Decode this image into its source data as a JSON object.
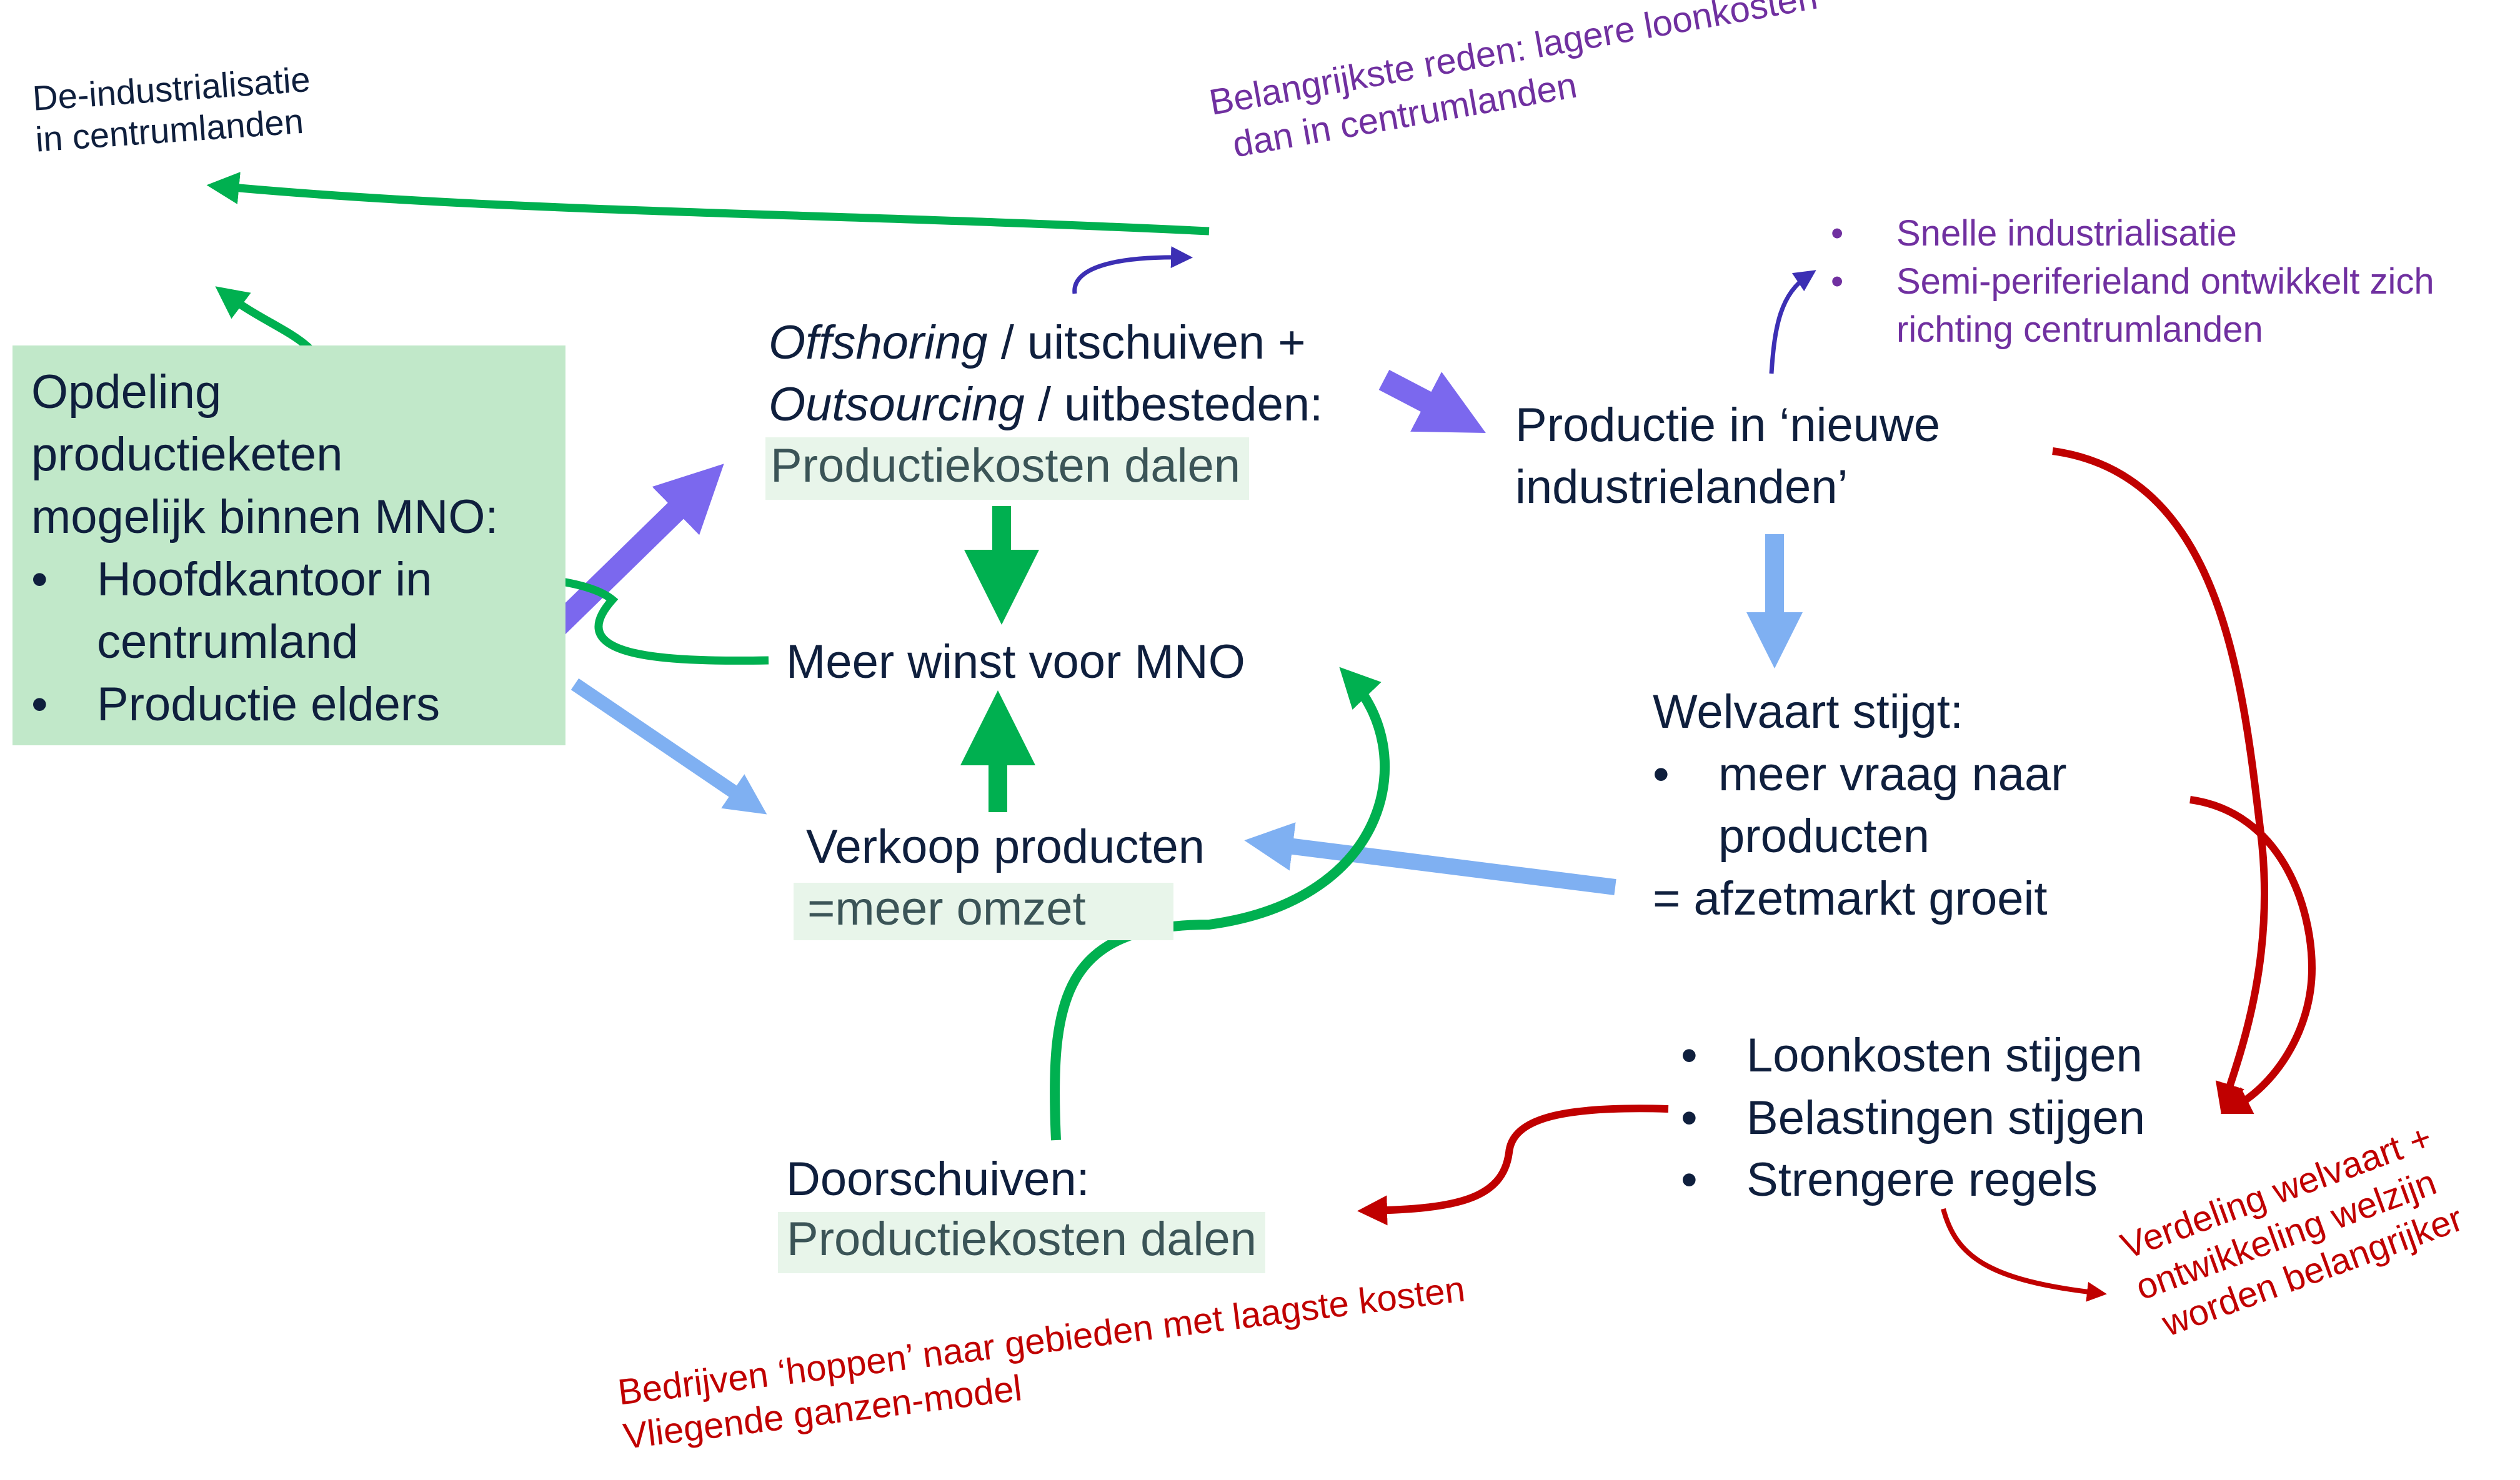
{
  "top_left": {
    "line1": "De-industrialisatie",
    "line2": "in centrumlanden"
  },
  "reason": {
    "line1": "Belangrijkste reden: lagere loonkosten",
    "line2": "dan in centrumlanden"
  },
  "semi": {
    "bullet": "•",
    "items": [
      "Snelle industrialisatie",
      "Semi-periferieland ontwikkelt zich",
      "richting centrumlanden"
    ]
  },
  "mno_box": {
    "line1": "Opdeling",
    "line2": "productieketen",
    "line3": "mogelijk binnen MNO:",
    "bullet": "•",
    "item1_line1": "Hoofdkantoor in",
    "item1_line2": "centrumland",
    "item2": "Productie elders"
  },
  "offshoring": {
    "word1": "Offshoring",
    "rest1": " / uitschuiven +",
    "word2": "Outsourcing",
    "rest2": " / uitbesteden:",
    "highlight": "Productiekosten dalen"
  },
  "productie": {
    "line1": "Productie in ‘nieuwe",
    "line2": "industrielanden’"
  },
  "winst": "Meer winst voor MNO",
  "verkoop": {
    "line1": "Verkoop producten",
    "highlight": "=meer omzet"
  },
  "welvaart": {
    "title": "Welvaart stijgt:",
    "bullet": "•",
    "item_line1": "meer vraag naar",
    "item_line2": "producten",
    "result": "= afzetmarkt groeit"
  },
  "kosten": {
    "bullet": "•",
    "items": [
      "Loonkosten stijgen",
      "Belastingen stijgen",
      "Strengere regels"
    ]
  },
  "doorschuiven": {
    "line1": "Doorschuiven:",
    "highlight": "Productiekosten dalen"
  },
  "hoppen": {
    "line1": "Bedrijven ‘hoppen’ naar gebieden met laagste kosten",
    "line2": "Vliegende ganzen-model"
  },
  "verdeling": {
    "line1": "Verdeling welvaart +",
    "line2": "ontwikkeling welzijn",
    "line3": "worden belangrijker"
  },
  "colors": {
    "green_arrow": "#00b050",
    "purple_arrow": "#7b68ee",
    "blue_arrow": "#7fb0f2",
    "red_arrow": "#c00000",
    "dark_purple_arrow": "#3c2fb4",
    "green_box": "#c1e8c9",
    "highlight": "#e8f5ea"
  }
}
